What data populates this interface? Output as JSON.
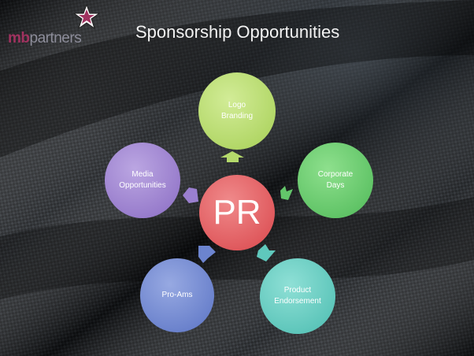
{
  "brand": {
    "logo_mb": "mb",
    "logo_rest": "partners"
  },
  "title": "Sponsorship Opportunities",
  "center": {
    "label": "PR",
    "color": "#e0575a"
  },
  "nodes": [
    {
      "lines": [
        "Logo",
        "Branding"
      ],
      "color": "#b4d96b"
    },
    {
      "lines": [
        "Corporate",
        "Days"
      ],
      "color": "#63c56a"
    },
    {
      "lines": [
        "Product",
        "Endorsement"
      ],
      "color": "#5fc8bc"
    },
    {
      "lines": [
        "Pro-Ams"
      ],
      "color": "#6c84cf"
    },
    {
      "lines": [
        "Media",
        "Opportunities"
      ],
      "color": "#9a7fcf"
    }
  ]
}
